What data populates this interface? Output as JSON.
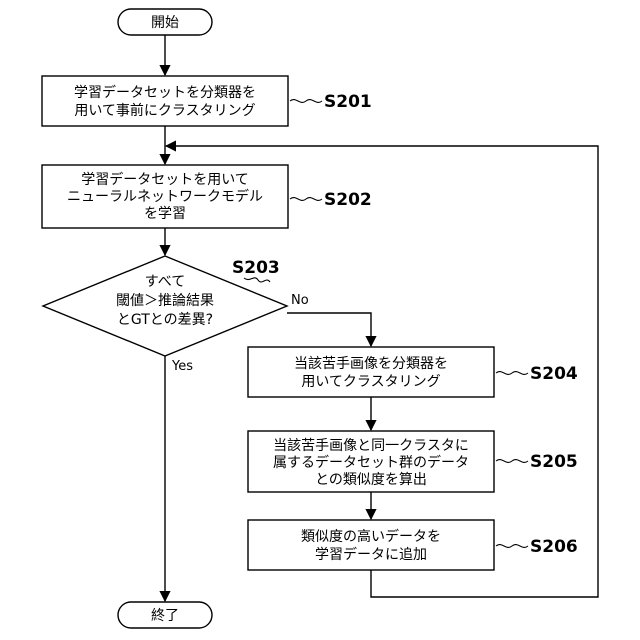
{
  "flowchart": {
    "start": "開始",
    "end": "終了",
    "steps": {
      "s201": {
        "lines": [
          "学習データセットを分類器を",
          "用いて事前にクラスタリング"
        ],
        "label": "S201"
      },
      "s202": {
        "lines": [
          "学習データセットを用いて",
          "ニューラルネットワークモデル",
          "を学習"
        ],
        "label": "S202"
      },
      "s203": {
        "lines": [
          "すべて",
          "閾値＞推論結果",
          "とGTとの差異?"
        ],
        "label": "S203"
      },
      "s204": {
        "lines": [
          "当該苦手画像を分類器を",
          "用いてクラスタリング"
        ],
        "label": "S204"
      },
      "s205": {
        "lines": [
          "当該苦手画像と同一クラスタに",
          "属するデータセット群のデータ",
          "との類似度を算出"
        ],
        "label": "S205"
      },
      "s206": {
        "lines": [
          "類似度の高いデータを",
          "学習データに追加"
        ],
        "label": "S206"
      }
    },
    "branches": {
      "yes": "Yes",
      "no": "No"
    }
  }
}
